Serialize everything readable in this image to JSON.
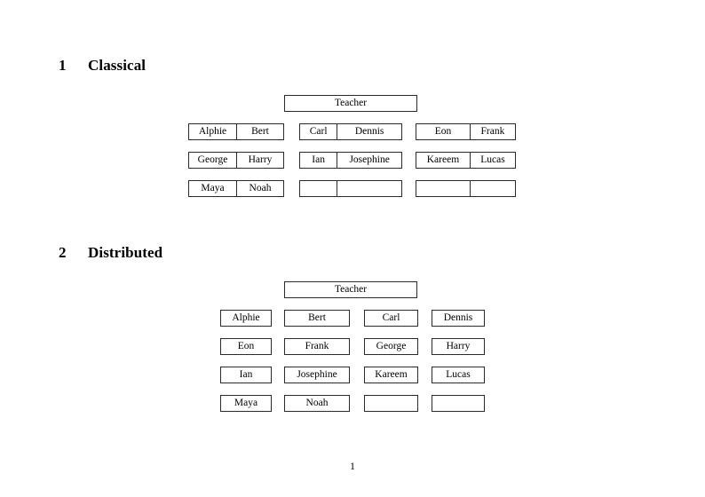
{
  "document": {
    "page_number": "1"
  },
  "sections": [
    {
      "number": "1",
      "title": "Classical",
      "teacher_label": "Teacher",
      "layout": "paired",
      "groups": [
        {
          "column": 0,
          "rows": [
            {
              "left": "Alphie",
              "right": "Bert"
            },
            {
              "left": "George",
              "right": "Harry"
            },
            {
              "left": "Maya",
              "right": "Noah"
            }
          ]
        },
        {
          "column": 1,
          "rows": [
            {
              "left": "Carl",
              "right": "Dennis"
            },
            {
              "left": "Ian",
              "right": "Josephine"
            },
            {
              "left": "",
              "right": ""
            }
          ]
        },
        {
          "column": 2,
          "rows": [
            {
              "left": "Eon",
              "right": "Frank"
            },
            {
              "left": "Kareem",
              "right": "Lucas"
            },
            {
              "left": "",
              "right": ""
            }
          ]
        }
      ]
    },
    {
      "number": "2",
      "title": "Distributed",
      "teacher_label": "Teacher",
      "layout": "individual",
      "rows": [
        [
          "Alphie",
          "Bert",
          "Carl",
          "Dennis"
        ],
        [
          "Eon",
          "Frank",
          "George",
          "Harry"
        ],
        [
          "Ian",
          "Josephine",
          "Kareem",
          "Lucas"
        ],
        [
          "Maya",
          "Noah",
          "",
          ""
        ]
      ]
    }
  ],
  "colors": {
    "page_background": "#ffffff",
    "text": "#000000",
    "box_border": "#2b2b2b"
  }
}
